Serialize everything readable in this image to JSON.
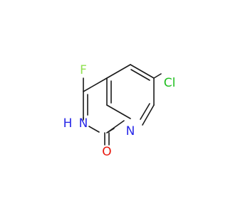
{
  "molecule": {
    "atoms": {
      "fluorine": {
        "label": "F",
        "color": "#90e050"
      },
      "chlorine": {
        "label": "Cl",
        "color": "#1fbf1f"
      },
      "ring_nitrogen": {
        "label": "N",
        "color": "#2828e8"
      },
      "nh_nitrogen": {
        "label": "N",
        "color": "#2828e8"
      },
      "nh_hydrogen": {
        "label": "H",
        "color": "#2828e8"
      },
      "oxygen": {
        "label": "O",
        "color": "#e8160c"
      }
    },
    "bond_color": "#1a1a1a"
  }
}
